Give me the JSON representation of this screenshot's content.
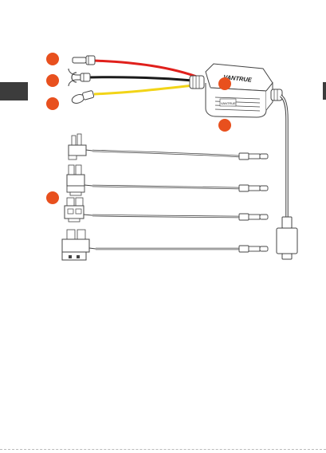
{
  "brand": {
    "logo_text": "VANTRUE"
  },
  "module": {
    "label_text": "VANTRUE"
  },
  "colors": {
    "callout": "#e8501e",
    "wire_red": "#e0201c",
    "wire_black": "#1a1a1a",
    "wire_yellow": "#f2d417",
    "line": "#444444",
    "tab": "#3c3c3c"
  },
  "callouts": [
    {
      "target": "red-wire-terminal"
    },
    {
      "target": "black-ground-fork"
    },
    {
      "target": "yellow-wire-terminal"
    },
    {
      "target": "hardwire-module"
    },
    {
      "target": "module-underside"
    },
    {
      "target": "fuse-tap-adapters"
    }
  ],
  "fuse_taps": [
    {
      "type": "low-profile-mini"
    },
    {
      "type": "mini"
    },
    {
      "type": "micro2"
    },
    {
      "type": "standard"
    }
  ]
}
